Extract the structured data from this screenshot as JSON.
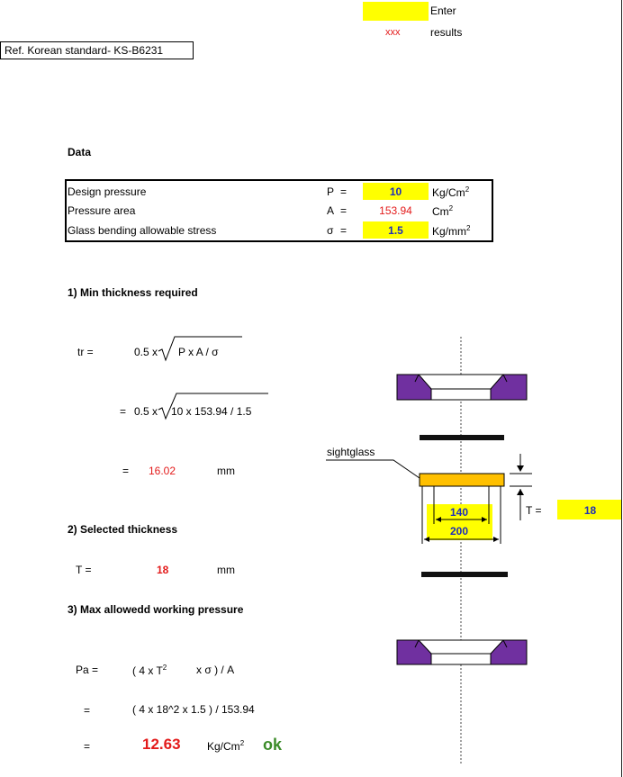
{
  "legend": {
    "enter_label": "Enter",
    "xxx": "xxx",
    "results_label": "results"
  },
  "reference": "Ref. Korean standard- KS-B6231",
  "data_section": {
    "title": "Data",
    "rows": [
      {
        "label": "Design pressure",
        "symbol": "P",
        "eq": "=",
        "value": "10",
        "unit": "Kg/Cm",
        "unit_sup": "2"
      },
      {
        "label": "Pressure area",
        "symbol": "A",
        "eq": "=",
        "value": "153.94",
        "unit": "Cm",
        "unit_sup": "2"
      },
      {
        "label": "Glass bending allowable stress",
        "symbol": "σ",
        "eq": "=",
        "value": "1.5",
        "unit": "Kg/mm",
        "unit_sup": "2"
      }
    ]
  },
  "section1": {
    "title": "1) Min thickness required",
    "tr_label": "tr  =",
    "formula_coef": "0.5 x",
    "formula_root": "P x A / σ",
    "eq": "=",
    "sub_coef": "0.5 x",
    "sub_root": "10 x 153.94 / 1.5",
    "result": "16.02",
    "unit": "mm"
  },
  "section2": {
    "title": "2) Selected thickness",
    "t_label": "T  =",
    "value": "18",
    "unit": "mm"
  },
  "section3": {
    "title": "3) Max allowedd working pressure",
    "pa_label": "Pa =",
    "formula_left": "( 4 x T",
    "formula_sup": "2",
    "formula_right": "x σ ) / A",
    "eq": "=",
    "substituted": "( 4 x 18^2 x 1.5 ) / 153.94",
    "result": "12.63",
    "result_unit": "Kg/Cm",
    "result_unit_sup": "2",
    "status": "ok"
  },
  "diagram": {
    "sightglass_label": "sightglass",
    "inner_dim": "140",
    "outer_dim": "200",
    "t_label": "T =",
    "t_value": "18"
  },
  "colors": {
    "input": "#ffff00",
    "result": "#e31b1b",
    "flange": "#7030a0",
    "glass": "#ffc000",
    "ok": "#3c8c2a"
  }
}
